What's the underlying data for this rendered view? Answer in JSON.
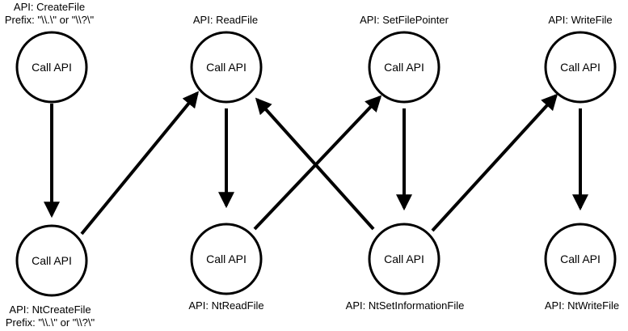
{
  "nodes": {
    "create_file": {
      "label": "Call API",
      "caption_line1": "API: CreateFile",
      "caption_line2": "Prefix: \"\\\\.\\\" or \"\\\\?\\\""
    },
    "read_file": {
      "label": "Call API",
      "caption_line1": "API: ReadFile"
    },
    "set_file_pointer": {
      "label": "Call API",
      "caption_line1": "API: SetFilePointer"
    },
    "write_file": {
      "label": "Call API",
      "caption_line1": "API: WriteFile"
    },
    "nt_create_file": {
      "label": "Call API",
      "caption_line1": "API: NtCreateFile",
      "caption_line2": "Prefix: \"\\\\.\\\" or \"\\\\?\\\""
    },
    "nt_read_file": {
      "label": "Call API",
      "caption_line1": "API: NtReadFile"
    },
    "nt_set_information_file": {
      "label": "Call API",
      "caption_line1": "API: NtSetInformationFile"
    },
    "nt_write_file": {
      "label": "Call API",
      "caption_line1": "API: NtWriteFile"
    }
  },
  "colors": {
    "stroke": "#000000",
    "background": "#ffffff"
  }
}
